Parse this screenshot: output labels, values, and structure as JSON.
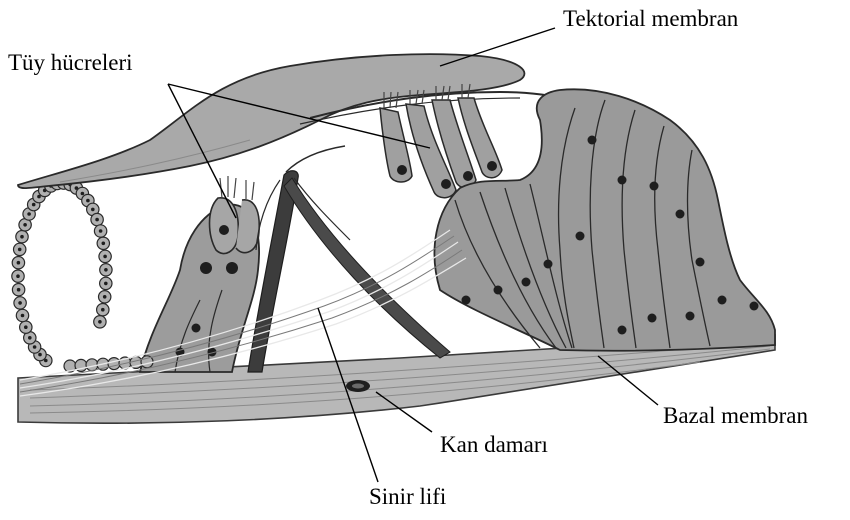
{
  "labels": {
    "tectorial_membrane": "Tektorial membran",
    "hair_cells": "Tüy hücreleri",
    "basilar_membrane": "Bazal membran",
    "blood_vessel": "Kan damarı",
    "nerve_fiber": "Sinir lifi"
  },
  "colors": {
    "background": "#ffffff",
    "tissue_fill": "#a8a8a8",
    "tissue_dark": "#6e6e6e",
    "nucleus": "#1e1e1e",
    "outline": "#2a2a2a",
    "membrane_band": "#b5b5b5",
    "leader_line": "#000000"
  }
}
